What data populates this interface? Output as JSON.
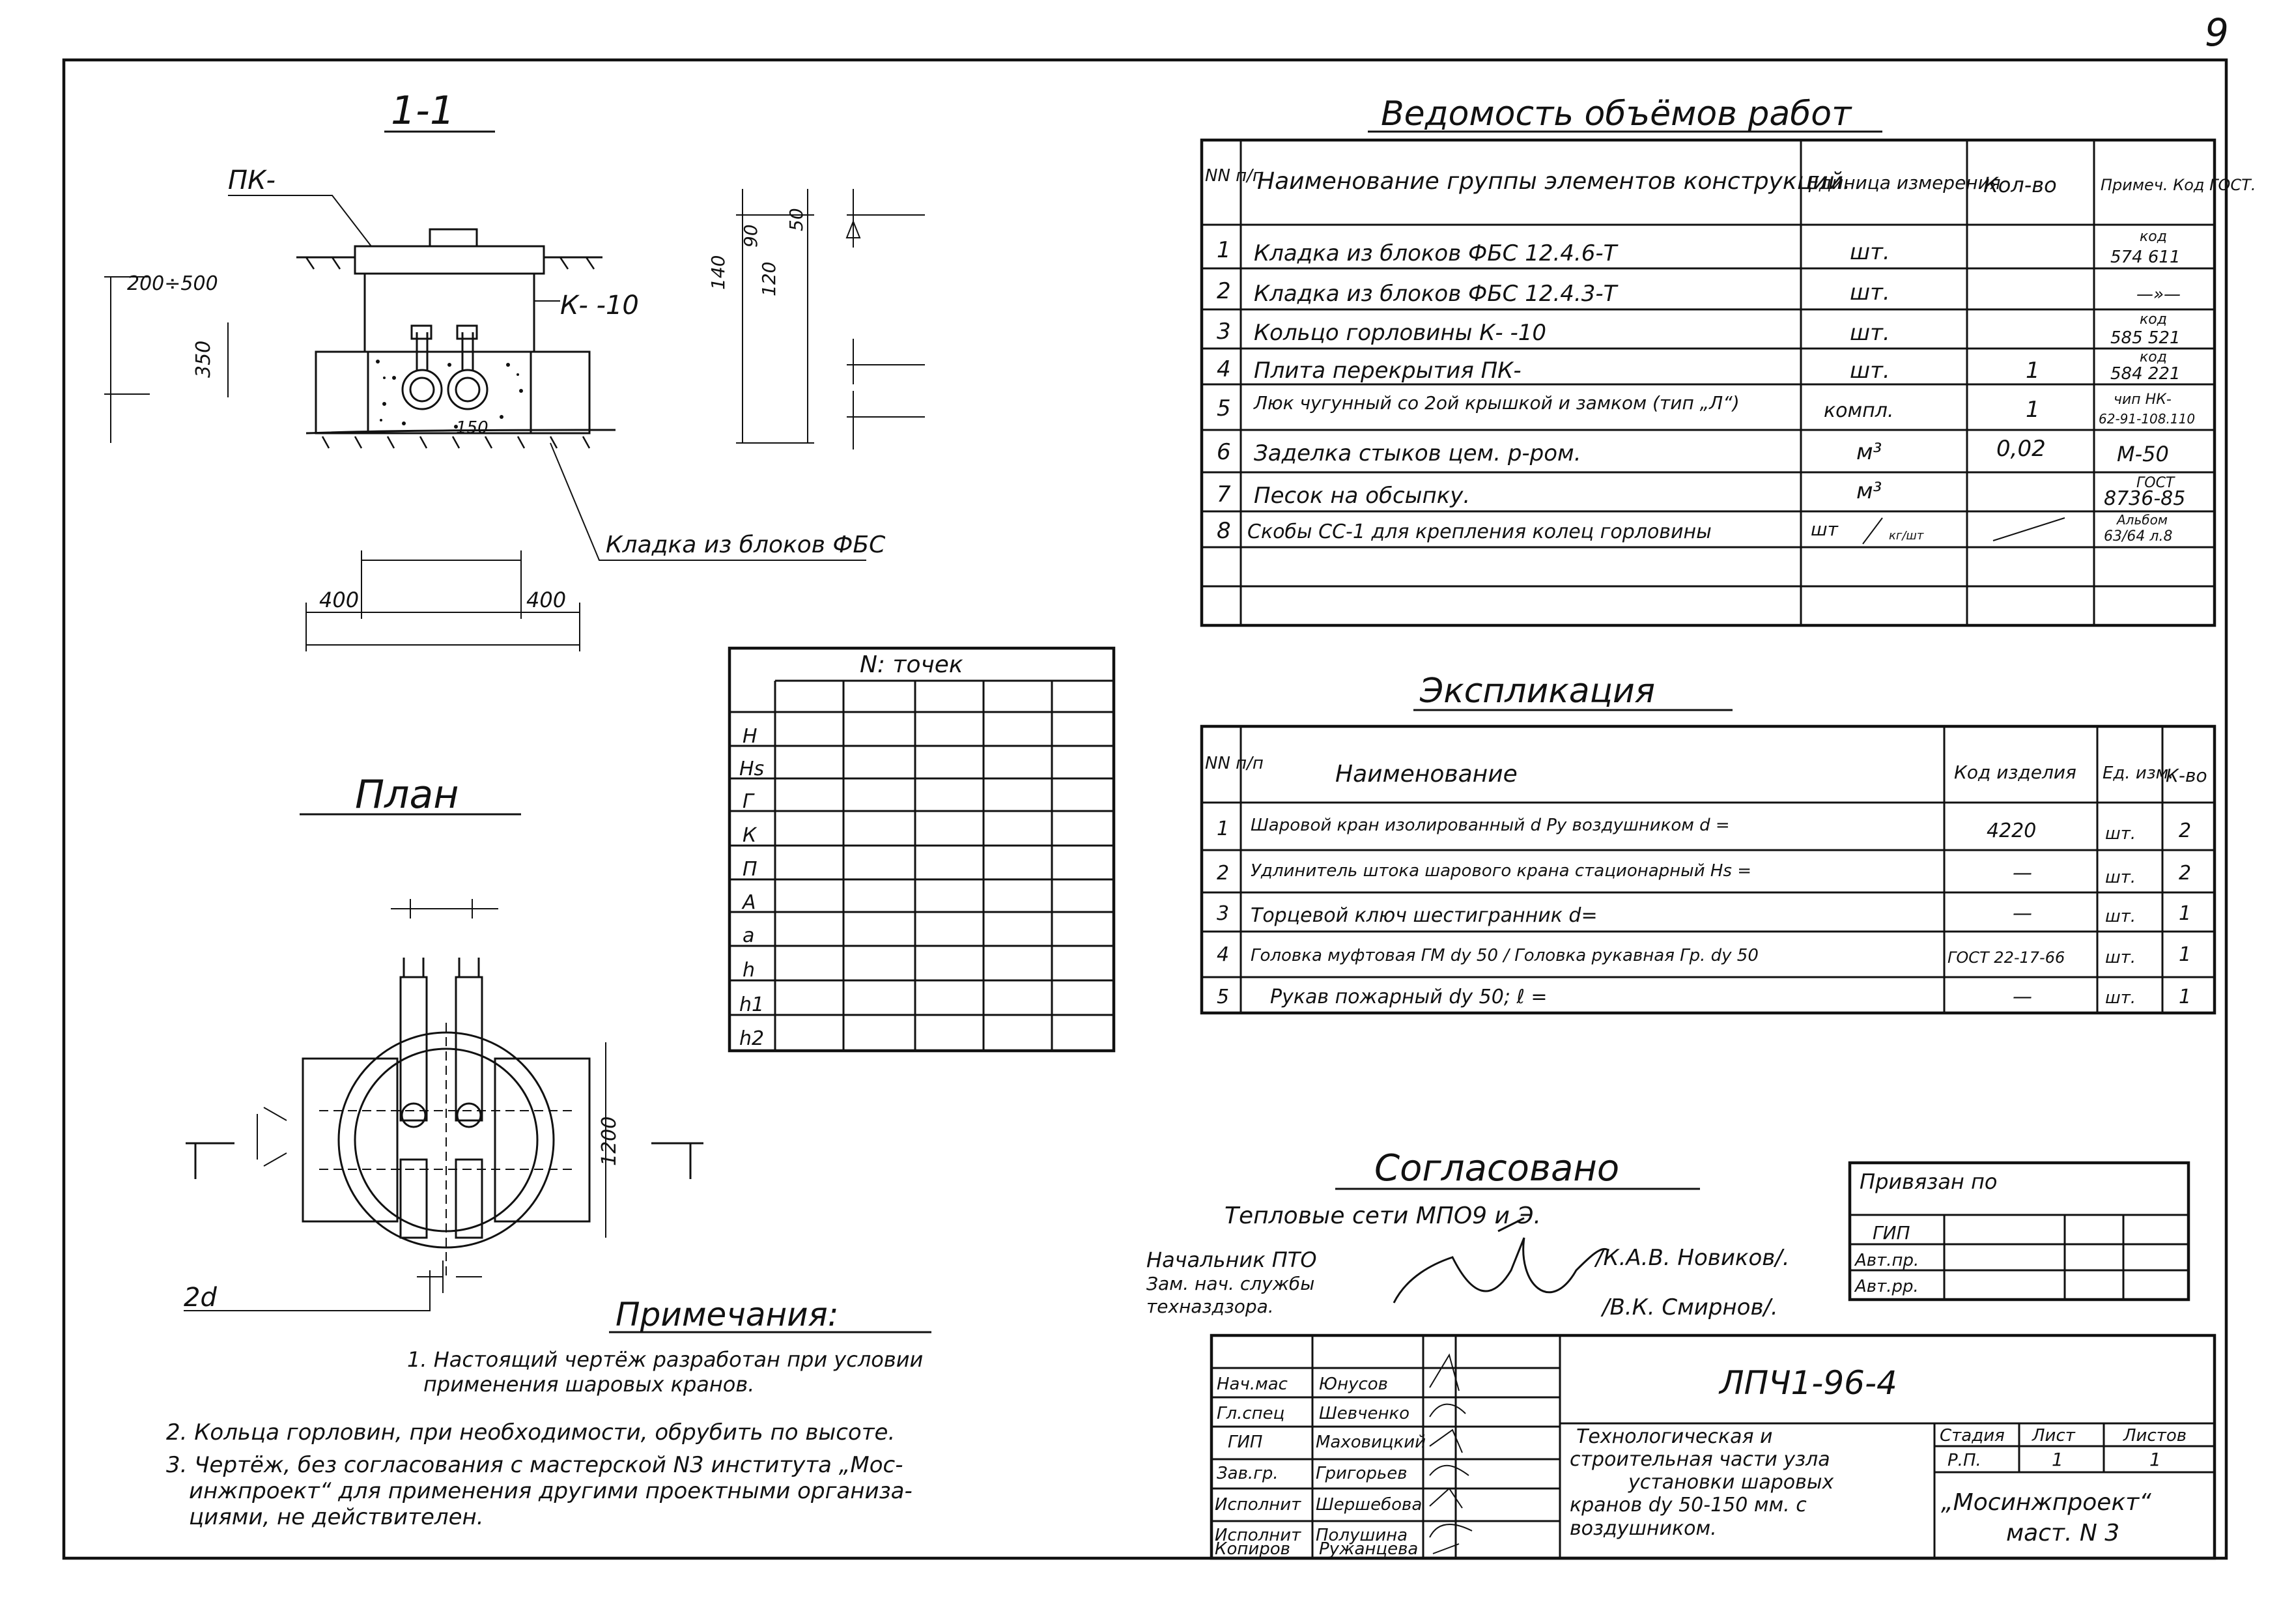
{
  "page_number": "9",
  "section_label": "1-1",
  "plan_label": "План",
  "dims": {
    "d200_500": "200÷500",
    "d350": "350",
    "d150": "150",
    "d400a": "400",
    "d400b": "400",
    "d140": "140",
    "d120": "120",
    "d90": "90",
    "d50": "50",
    "d1200": "1200",
    "d2d": "2d"
  },
  "callouts": {
    "pk": "ПК-",
    "k10": "К-  -10",
    "fbs": "Кладка из блоков ФБС"
  },
  "volumes": {
    "title": "Ведомость объёмов работ",
    "headers": {
      "num": "NN п/п",
      "name": "Наименование группы элементов конструкций.",
      "unit": "Единица измерения",
      "qty": "Кол-во",
      "note": "Примеч. Код ГОСТ."
    },
    "rows": [
      {
        "n": "1",
        "name": "Кладка из блоков ФБС 12.4.6-Т",
        "unit": "шт.",
        "qty": "",
        "note_top": "код",
        "note": "574 611"
      },
      {
        "n": "2",
        "name": "Кладка из блоков ФБС 12.4.3-Т",
        "unit": "шт.",
        "qty": "",
        "note_top": "",
        "note": "—»—"
      },
      {
        "n": "3",
        "name": "Кольцо горловины К-   -10",
        "unit": "шт.",
        "qty": "",
        "note_top": "код",
        "note": "585 521"
      },
      {
        "n": "4",
        "name": "Плита перекрытия ПК-",
        "unit": "шт.",
        "qty": "1",
        "note_top": "код",
        "note": "584 221"
      },
      {
        "n": "5",
        "name": "Люк чугунный со 2ой крышкой и замком (тип „Л“)",
        "unit": "компл.",
        "qty": "1",
        "note_top": "чип НК-",
        "note": "62-91-108.110"
      },
      {
        "n": "6",
        "name": "Заделка стыков цем. р-ром.",
        "unit": "м³",
        "qty": "0,02",
        "note_top": "",
        "note": "М-50"
      },
      {
        "n": "7",
        "name": "Песок на обсыпку.",
        "unit": "м³",
        "qty": "",
        "note_top": "ГОСТ",
        "note": "8736-85"
      },
      {
        "n": "8",
        "name": "Скобы СС-1 для крепления колец горловины",
        "unit": "шт",
        "qty": "",
        "note_top": "Альбом",
        "note": "63/64 л.8"
      }
    ],
    "row8_unit_extra": "кг/шт"
  },
  "points": {
    "title": "N: точек",
    "rows": [
      "Н",
      "Нs",
      "Г",
      "К",
      "П",
      "А",
      "а",
      "h",
      "h1",
      "h2"
    ]
  },
  "explication": {
    "title": "Экспликация",
    "headers": {
      "num": "NN п/п",
      "name": "Наименование",
      "code": "Код изделия",
      "unit": "Ед. изм.",
      "qty": "К-во"
    },
    "rows": [
      {
        "n": "1",
        "name": "Шаровой кран изолированный d Ру воздушником d =",
        "code": "4220",
        "unit": "шт.",
        "qty": "2"
      },
      {
        "n": "2",
        "name": "Удлинитель штока шарового крана стационарный Нs =",
        "code": "—",
        "unit": "шт.",
        "qty": "2"
      },
      {
        "n": "3",
        "name": "Торцевой ключ шестигранник d=",
        "code": "—",
        "unit": "шт.",
        "qty": "1"
      },
      {
        "n": "4",
        "name": "Головка муфтовая ГМ dу 50 / Головка рукавная Гр. dу 50",
        "code": "ГОСТ 22-17-66",
        "unit": "шт.",
        "qty": "1"
      },
      {
        "n": "5",
        "name": "Рукав пожарный dу 50; ℓ =",
        "code": "—",
        "unit": "шт.",
        "qty": "1"
      }
    ]
  },
  "approval": {
    "title": "Согласовано",
    "org": "Тепловые сети МПО9 и Э.",
    "role1": "Начальник ПТО",
    "role2a": "Зам. нач. службы",
    "role2b": "техназдзора.",
    "name1": "/К.А.В. Новиков/.",
    "name2": "/В.К. Смирнов/."
  },
  "binding": {
    "title": "Привязан по",
    "rows": [
      "ГИП",
      "Авт.пр.",
      "Авт.рр."
    ]
  },
  "notes": {
    "title": "Примечания:",
    "n1a": "1. Настоящий чертёж разработан при условии",
    "n1b": "применения шаровых кранов.",
    "n2": "2. Кольца горловин, при необходимости, обрубить по высоте.",
    "n3a": "3. Чертёж, без согласования с мастерской N3 института „Мос-",
    "n3b": "инжпроект“ для применения другими проектными организа-",
    "n3c": "циями, не действителен."
  },
  "titleblock": {
    "code": "ЛПЧ1-96-4",
    "people": [
      {
        "role": "Нач.мас",
        "name": "Юнусов"
      },
      {
        "role": "Гл.спец",
        "name": "Шевченко"
      },
      {
        "role": "ГИП",
        "name": "Маховицкий"
      },
      {
        "role": "Зав.гр.",
        "name": "Григорьев"
      },
      {
        "role": "Исполнит",
        "name": "Шершебова"
      },
      {
        "role": "Исполнит",
        "name": "Полушина"
      },
      {
        "role": "Копиров",
        "name": "Ружанцева"
      }
    ],
    "desc1": "Технологическая и",
    "desc2": "строительная части узла",
    "desc3": "установки шаровых",
    "desc4": "кранов dу 50-150 мм. с",
    "desc5": "воздушником.",
    "stage_h": "Стадия",
    "sheet_h": "Лист",
    "sheets_h": "Листов",
    "stage": "Р.П.",
    "sheet": "1",
    "sheets": "1",
    "org1": "„Мосинжпроект“",
    "org2": "маст. N 3"
  }
}
